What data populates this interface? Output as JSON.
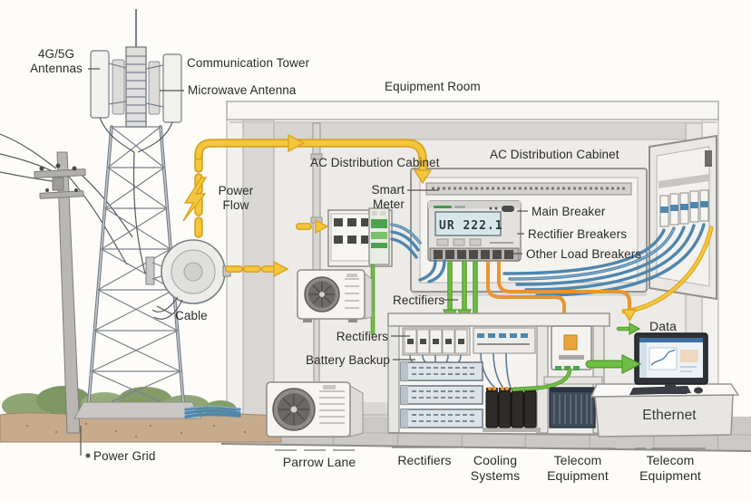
{
  "labels": {
    "antennas": "4G/5G Antennas",
    "communication_tower": "Communication Tower",
    "microwave_antenna": "Microwave Antenna",
    "equipment_room": "Equipment Room",
    "ac_cabinet_left": "AC Distribution Cabinet",
    "ac_cabinet_right": "AC Distribution Cabinet",
    "smart_meter": "Smart Meter",
    "main_breaker": "Main Breaker",
    "rectifier_breakers": "Rectifier Breakers",
    "other_load_breakers": "Other Load Breakers",
    "power_flow": "Power Flow",
    "cable": "Cable",
    "rectifiers_feed": "Rectifiers",
    "rectifiers_panel": "Rectifiers",
    "battery_backup": "Battery Backup",
    "data": "Data",
    "ethernet": "Ethernet",
    "power_grid": "Power Grid"
  },
  "meter": {
    "reading": "UR 222.1"
  },
  "bottom_labels": [
    "Parrow Lane",
    "Rectifiers",
    "Cooling Systems",
    "Telecom Equipment",
    "Telecom Equipment"
  ],
  "colors": {
    "power_flow_yellow": "#F4C63C",
    "power_yellow_dark": "#D9A31F",
    "wire_orange": "#E9952F",
    "wire_green": "#6FBF44",
    "wire_green_dark": "#569A31",
    "cable_blue": "#4E86AD",
    "label_text": "#2B2B2B"
  }
}
